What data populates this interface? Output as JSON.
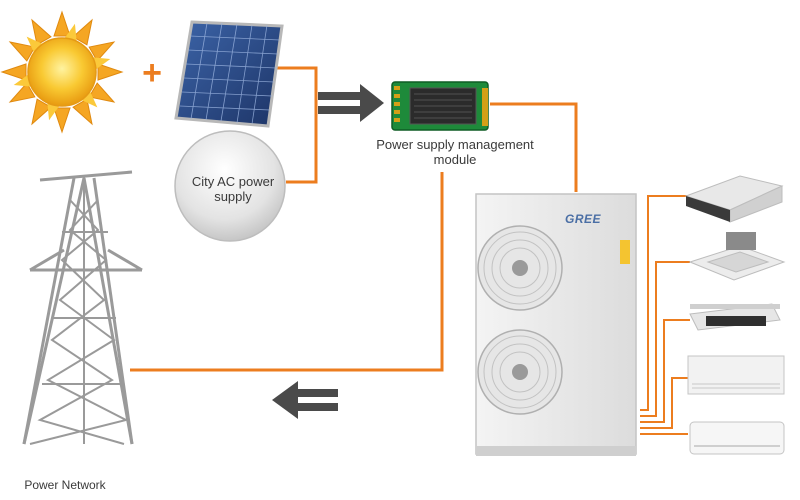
{
  "labels": {
    "module": "Power supply management module",
    "city": "City AC power supply",
    "network": "Power Network",
    "brand": "GREE",
    "plus": "+"
  },
  "colors": {
    "wire": "#ec7d1f",
    "arrow": "#4a4a4a",
    "sun": "#f7b52a",
    "panel": "#27457d",
    "board": "#1e8a3a",
    "tower": "#9a9a9a"
  },
  "icons": [
    "sun-icon",
    "solar-panel-icon",
    "city-ac-circle",
    "power-module-icon",
    "transmission-tower-icon",
    "outdoor-unit-icon",
    "indoor-unit-icon",
    "arrow-right-icon",
    "arrow-left-icon"
  ],
  "indoor_units": [
    "cassette-1way-unit",
    "cassette-4way-unit",
    "duct-unit",
    "floor-ceiling-unit",
    "wall-mounted-unit"
  ]
}
